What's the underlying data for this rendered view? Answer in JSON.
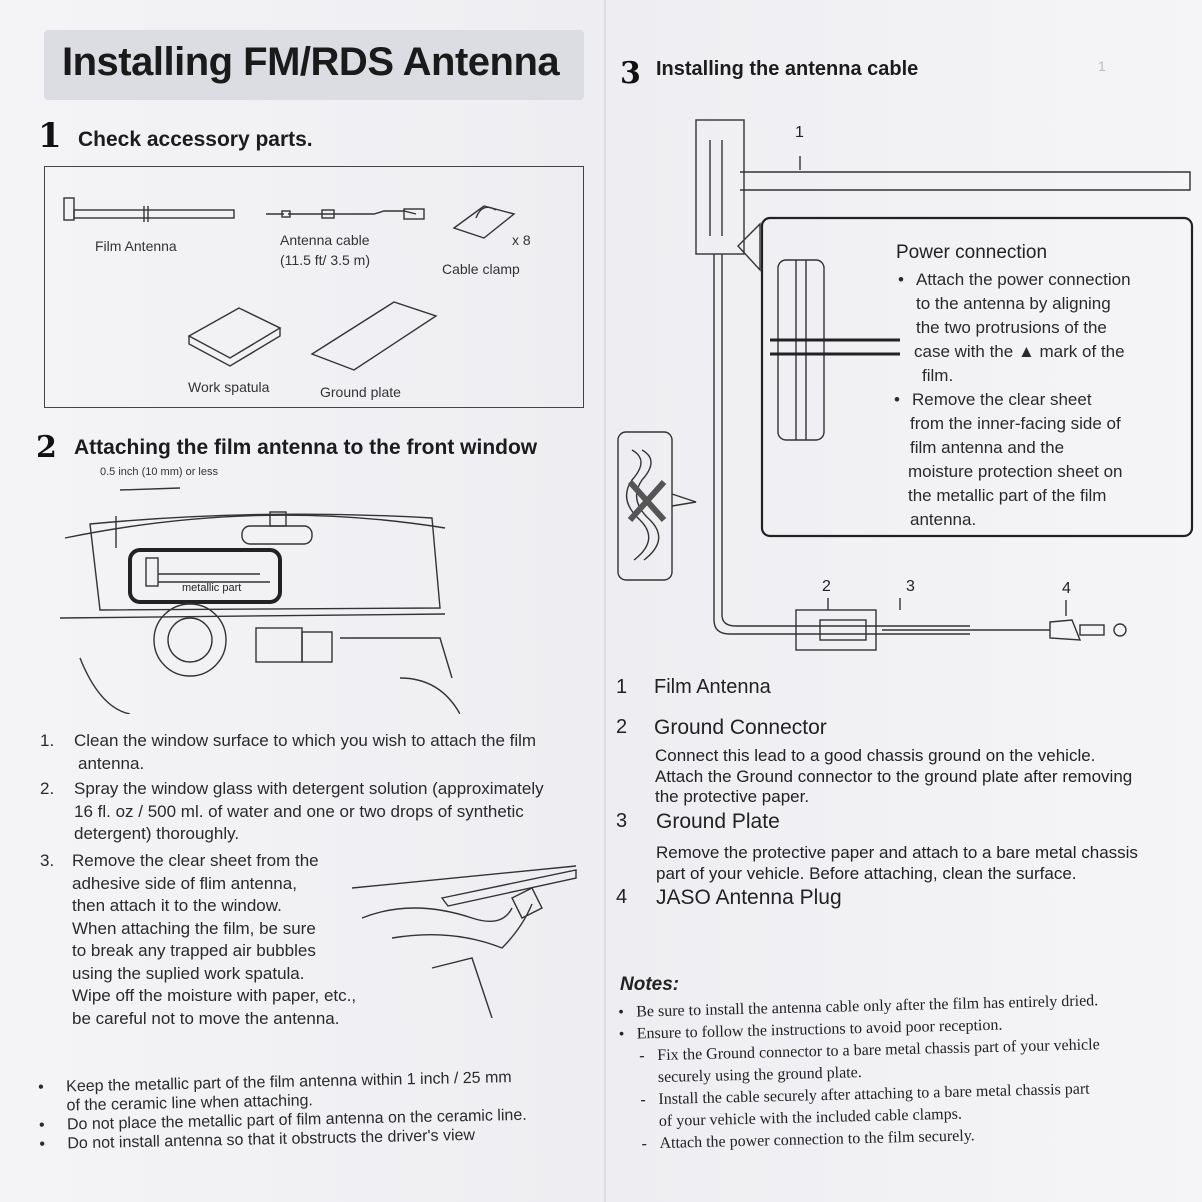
{
  "title": "Installing FM/RDS Antenna",
  "step1": {
    "num": "1",
    "heading": "Check accessory parts.",
    "parts": {
      "film_antenna": "Film Antenna",
      "antenna_cable": "Antenna cable",
      "antenna_cable_len": "(11.5 ft/ 3.5 m)",
      "cable_clamp_qty": "x 8",
      "cable_clamp": "Cable clamp",
      "work_spatula": "Work spatula",
      "ground_plate": "Ground plate"
    }
  },
  "step2": {
    "num": "2",
    "heading": "Attaching the film antenna to the front window",
    "dim_note": "0.5 inch (10 mm) or less",
    "metallic_part": "metallic part",
    "items": [
      {
        "n": "1.",
        "lines": [
          "Clean the window surface to which you wish to attach the film",
          "antenna."
        ]
      },
      {
        "n": "2.",
        "lines": [
          "Spray the window glass with detergent solution (approximately",
          "16 fl. oz  / 500 ml. of water and one or two drops of synthetic",
          "detergent) thoroughly."
        ]
      },
      {
        "n": "3.",
        "lines": [
          "Remove the clear sheet from the",
          "adhesive side of flim antenna,",
          "then attach it to the window.",
          "When attaching the film, be sure",
          "to break any trapped air bubbles",
          "using the suplied work spatula.",
          "Wipe off the moisture with paper, etc.,",
          "be careful not to move the antenna."
        ]
      }
    ],
    "bullets": [
      "Keep the metallic part of the film antenna within 1 inch / 25 mm",
      "of the ceramic line when attaching.",
      "Do not place the metallic part of film antenna on the ceramic line.",
      "Do not install antenna so that it obstructs the driver's view"
    ]
  },
  "step3": {
    "num": "3",
    "heading": "Installing the antenna cable",
    "page_mark": "1",
    "callout": {
      "title": "Power connection",
      "lines": [
        "Attach the power connection",
        "to the antenna by aligning",
        "the two protrusions of the",
        "case with the ▲ mark of the",
        "film.",
        "Remove the clear sheet",
        "from the inner-facing side of",
        "film antenna and the",
        "moisture protection sheet on",
        "the metallic part of the film",
        "antenna."
      ]
    },
    "diagram_labels": [
      "1",
      "2",
      "3",
      "4"
    ],
    "legend": [
      {
        "n": "1",
        "title": "Film Antenna",
        "desc": []
      },
      {
        "n": "2",
        "title": "Ground Connector",
        "desc": [
          "Connect this lead to a good chassis ground on the vehicle.",
          "Attach the Ground connector to the ground plate after removing",
          "the protective paper."
        ]
      },
      {
        "n": "3",
        "title": "Ground Plate",
        "desc": [
          "Remove the protective paper and attach to a bare metal chassis",
          "part of your vehicle. Before attaching, clean the surface."
        ]
      },
      {
        "n": "4",
        "title": "JASO Antenna Plug",
        "desc": []
      }
    ]
  },
  "notes": {
    "heading": "Notes:",
    "items": [
      "Be sure to install the antenna cable only after the film has entirely dried.",
      "Ensure to follow the instructions to avoid poor reception."
    ],
    "subitems": [
      "Fix the Ground connector to a bare metal chassis part of your vehicle",
      "securely using the ground plate.",
      "Install the cable securely after attaching to a bare metal chassis part",
      "of your vehicle  with the included cable clamps.",
      "Attach the power connection to the film securely."
    ]
  }
}
